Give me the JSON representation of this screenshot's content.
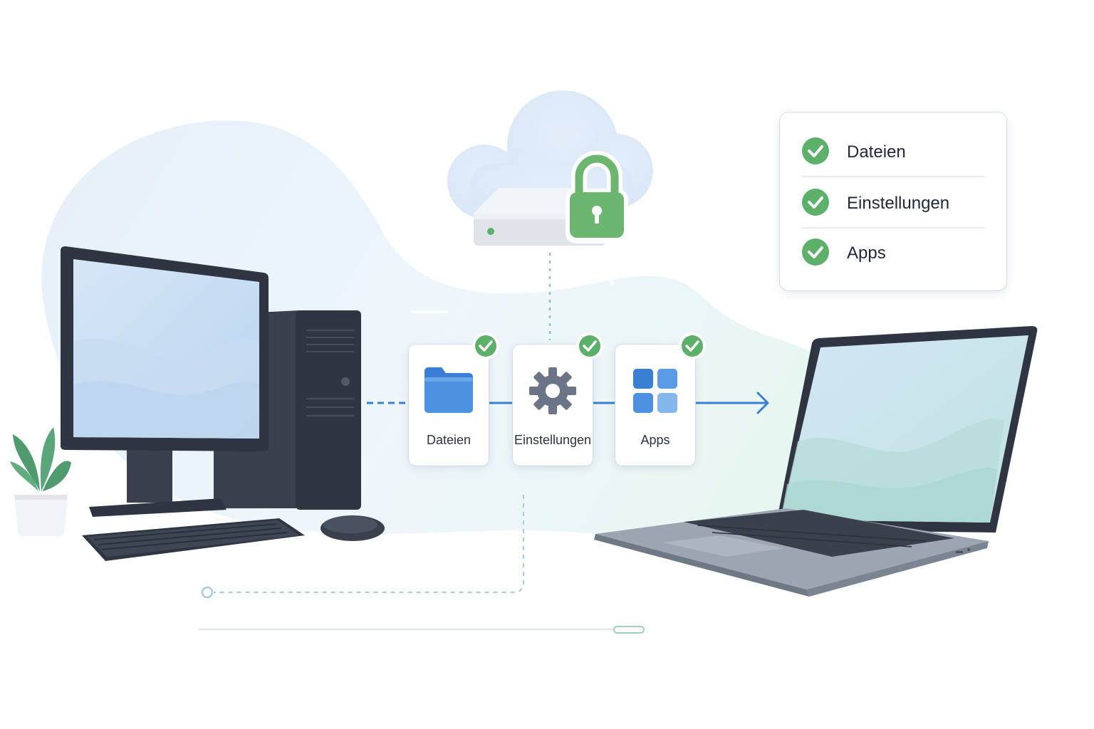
{
  "colors": {
    "accent_blue": "#3b7fd4",
    "check_green": "#5cb06a",
    "dashed_green": "#8cc9a8",
    "dark_device": "#333a47",
    "screen_blue": "#cfe2f6"
  },
  "transfer_items": [
    {
      "label": "Dateien",
      "icon": "folder-icon",
      "status": "check-icon"
    },
    {
      "label": "Einstellungen",
      "icon": "gear-icon",
      "status": "check-icon"
    },
    {
      "label": "Apps",
      "icon": "apps-grid-icon",
      "status": "check-icon"
    }
  ],
  "checklist": {
    "items": [
      {
        "label": "Dateien",
        "icon": "check-icon"
      },
      {
        "label": "Einstellungen",
        "icon": "check-icon"
      },
      {
        "label": "Apps",
        "icon": "check-icon"
      }
    ]
  },
  "icons": {
    "source_device": "desktop-computer-icon",
    "target_device": "laptop-icon",
    "cloud_storage": "cloud-icon",
    "security": "lock-icon",
    "decoration": "plant-icon"
  }
}
